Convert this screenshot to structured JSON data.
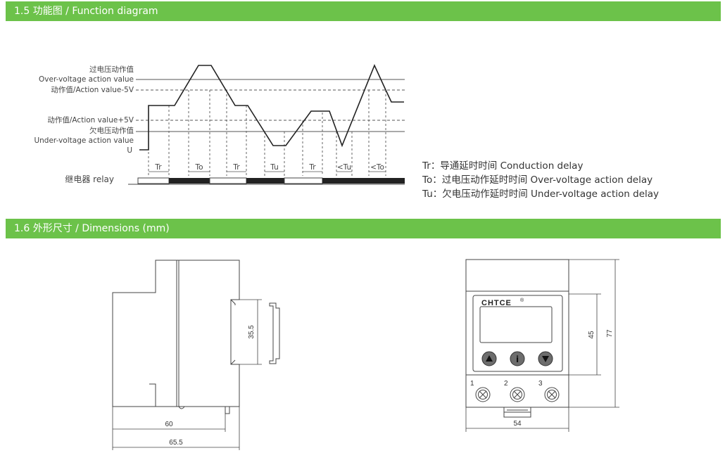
{
  "section1": {
    "title": "1.5 功能图 / Function diagram"
  },
  "section2": {
    "title": "1.6 外形尺寸 / Dimensions (mm)"
  },
  "diagram": {
    "labels": {
      "ov_cn": "过电压动作值",
      "ov_en": "Over-voltage action value",
      "ov_minus": "动作值/Action value-5V",
      "uv_plus": "动作值/Action value+5V",
      "uv_cn": "欠电压动作值",
      "uv_en": "Under-voltage action value",
      "u": "U",
      "relay": "继电器 relay"
    },
    "intervals": [
      "Tr",
      "To",
      "Tr",
      "Tu",
      "Tr",
      "<Tu",
      "<To"
    ]
  },
  "legend": [
    "Tr：导通延时时间 Conduction delay",
    "To：过电压动作延时时间 Over-voltage action delay",
    "Tu：欠电压动作延时时间 Under-voltage action delay"
  ],
  "dimensions": {
    "rail": "35.5",
    "width_60": "60",
    "width_65": "65.5",
    "height_45": "45",
    "height_77": "77",
    "front_width": "54",
    "brand": "CHTCE",
    "brand_mark": "®",
    "terminals": [
      "1",
      "2",
      "3"
    ]
  }
}
